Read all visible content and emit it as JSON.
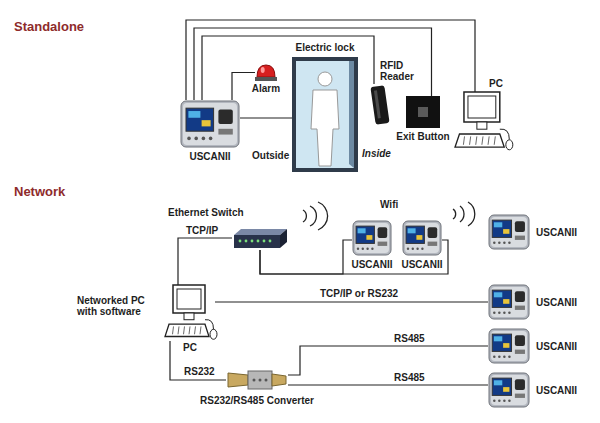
{
  "diagram": {
    "nodes": [
      {
        "text": [
          "USCANII"
        ]
      },
      {
        "text": [
          "Alarm"
        ]
      },
      {
        "text": [
          "Electric lock"
        ]
      },
      {
        "text": [
          "RFID Reader"
        ]
      },
      {
        "text": [
          "Exit Button"
        ]
      },
      {
        "text": [
          "PC"
        ]
      },
      {
        "text": [
          "Ethernet Switch"
        ]
      },
      {
        "text": [
          "USCANII"
        ]
      },
      {
        "text": [
          "USCANII"
        ]
      },
      {
        "text": [
          "USCANII"
        ]
      },
      {
        "text": [
          "Networked PC with software",
          "PC"
        ]
      },
      {
        "text": [
          "USCANII"
        ]
      },
      {
        "text": [
          "RS232/RS485 Converter"
        ]
      },
      {
        "text": [
          "USCANII"
        ]
      },
      {
        "text": [
          "USCANII"
        ]
      }
    ],
    "edges": [
      {
        "from": 0,
        "to": 1,
        "arrow": "none"
      },
      {
        "from": 0,
        "to": 2,
        "arrow": "none"
      },
      {
        "from": 0,
        "to": 3,
        "arrow": "none"
      },
      {
        "from": 0,
        "to": 4,
        "arrow": "none"
      },
      {
        "from": 0,
        "to": 5,
        "arrow": "none"
      },
      {
        "from": 10,
        "to": 6,
        "label": "TCP/IP",
        "arrow": "none"
      },
      {
        "from": 6,
        "to": 7,
        "arrow": "none"
      },
      {
        "from": 6,
        "to": 8,
        "arrow": "none"
      },
      {
        "from": 10,
        "to": 11,
        "label": "TCP/IP or RS232",
        "arrow": "none"
      },
      {
        "from": 10,
        "to": 12,
        "label": "RS232",
        "arrow": "none"
      },
      {
        "from": 12,
        "to": 13,
        "label": "RS485",
        "arrow": "none"
      },
      {
        "from": 12,
        "to": 14,
        "label": "RS485",
        "arrow": "none"
      }
    ],
    "labels": [
      "Standalone",
      "Outside",
      "Inside",
      "Network",
      "Wifi"
    ]
  }
}
